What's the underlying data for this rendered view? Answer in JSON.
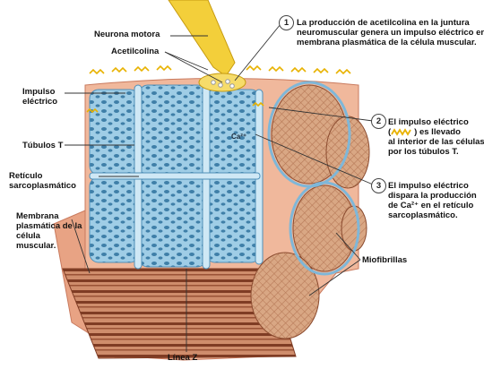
{
  "colors": {
    "membrane": "#e9a98b",
    "membrane_dark": "#c97a5e",
    "tubule": "#8fc3e0",
    "tubule_dark": "#4f8fb8",
    "myofibril": "#d7a582",
    "myofibril_stripe": "#8a4a2e",
    "nerve": "#f0c419",
    "impulse": "#e8b200"
  },
  "labels": {
    "neurona_motora": "Neurona motora",
    "acetilcolina": "Acetilcolina",
    "impulso_electrico": "Impulso\neléctrico",
    "tubulos_t": "Túbulos T",
    "reticulo": "Retículo\nsarcoplasmático",
    "membrana": "Membrana\nplasmática de la\ncélula\nmuscular.",
    "miofibrillas": "Miofibrillas",
    "linea_z": "Línea Z",
    "ca_ion": "Ca²⁺"
  },
  "steps": [
    {
      "number": "1",
      "text": "La producción de acetilcolina en la juntura\nneuromuscular genera un impulso eléctrico en la\nmembrana plasmática de la célula muscular."
    },
    {
      "number": "2",
      "text_before": "El impulso eléctrico\n(",
      "text_after": ") es llevado\nal interior de las células\npor los túbulos T."
    },
    {
      "number": "3",
      "text": "El impulso eléctrico\ndispara la producción\nde Ca²⁺ en el retículo\nsarcoplasmático."
    }
  ]
}
